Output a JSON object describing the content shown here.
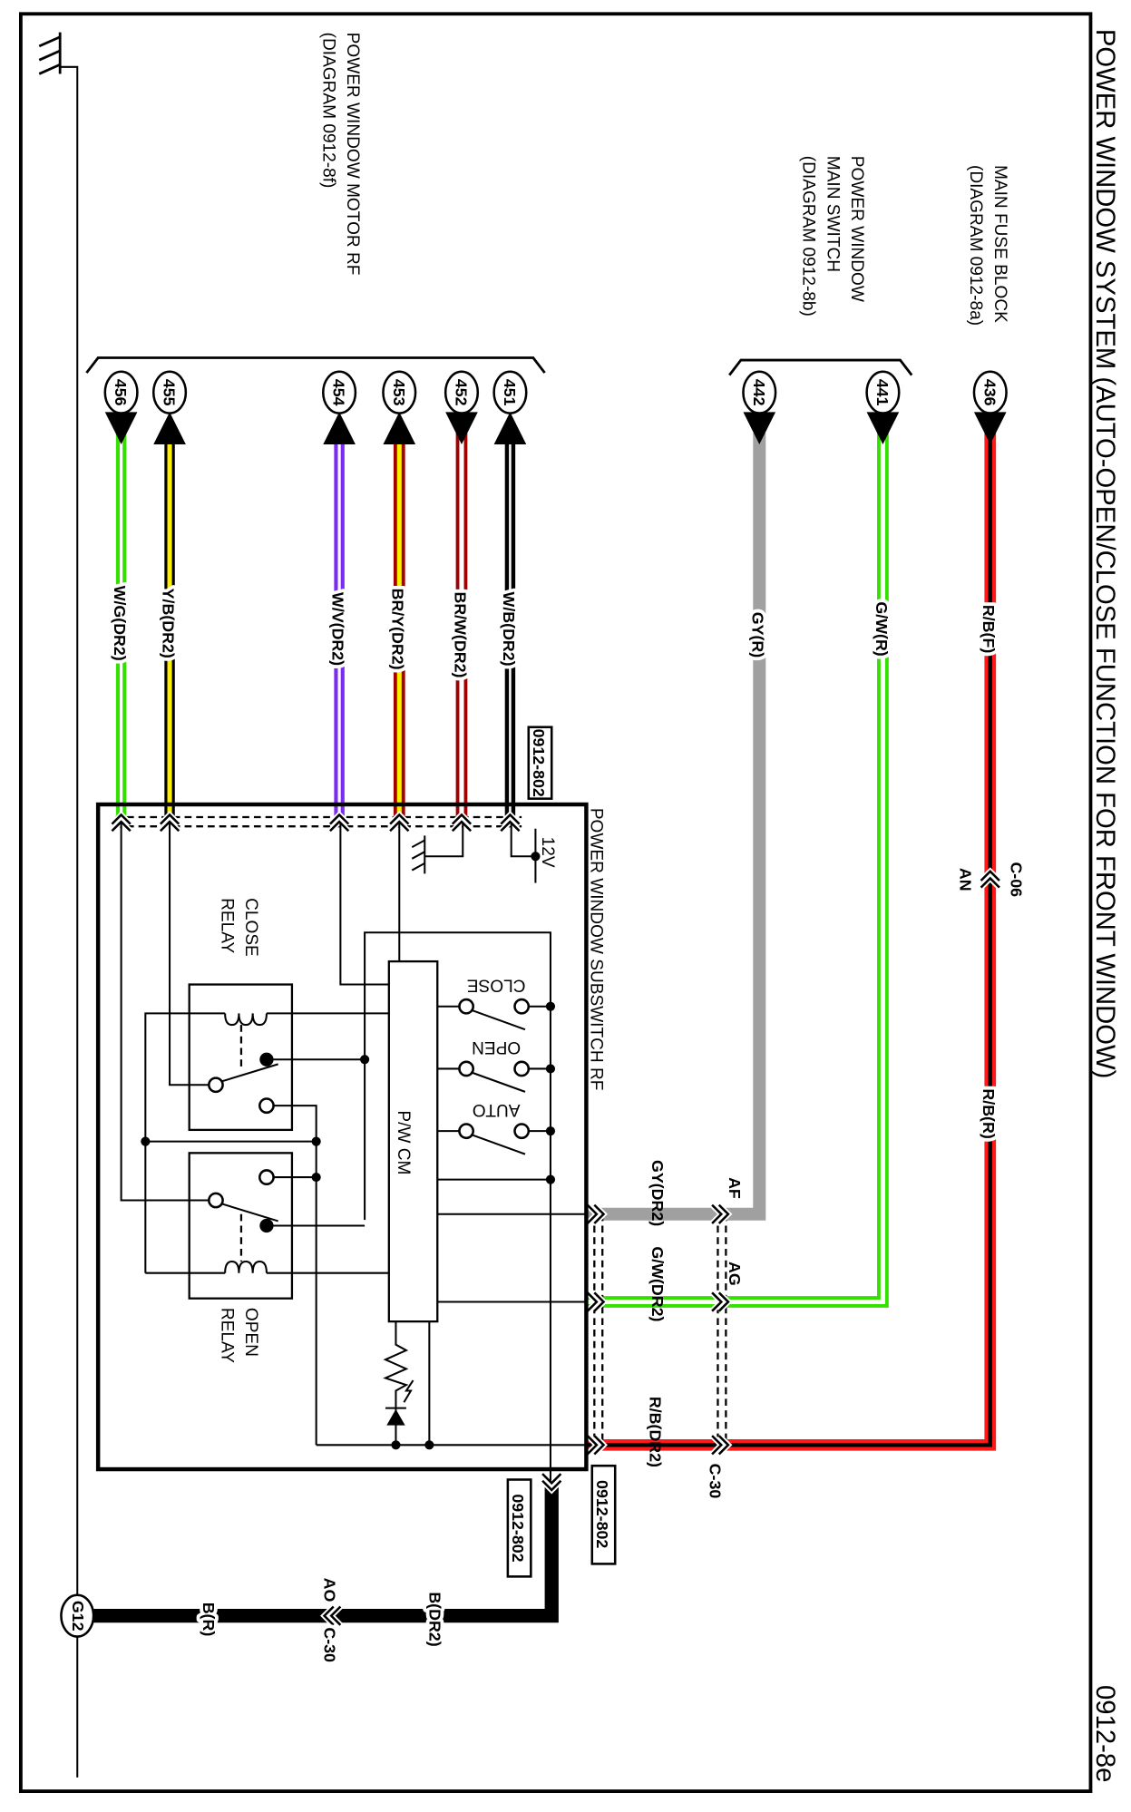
{
  "title": "POWER WINDOW SYSTEM (AUTO-OPEN/CLOSE FUNCTION FOR FRONT WINDOW)",
  "page_number": "0912-8e",
  "components": {
    "main_fuse_block": {
      "name": "MAIN FUSE BLOCK",
      "ref": "(DIAGRAM 0912-8a)"
    },
    "main_switch": {
      "name_line1": "POWER WINDOW",
      "name_line2": "MAIN SWITCH",
      "ref": "(DIAGRAM 0912-8b)"
    },
    "motor": {
      "name": "POWER WINDOW MOTOR RF",
      "ref": "(DIAGRAM 0912-8f)"
    },
    "subswitch": {
      "name": "POWER WINDOW SUBSWITCH RF",
      "supply": "12V",
      "module": "P/W CM",
      "switches": [
        "CLOSE",
        "OPEN",
        "AUTO"
      ],
      "close_relay": [
        "CLOSE",
        "RELAY"
      ],
      "open_relay": [
        "OPEN",
        "RELAY"
      ]
    },
    "ground": "G12"
  },
  "terminals": [
    "436",
    "441",
    "442",
    "451",
    "452",
    "453",
    "454",
    "455",
    "456"
  ],
  "wires": {
    "w436": "R/B(F)",
    "w436b": "R/B(R)",
    "w436c": "R/B(DR2)",
    "w441": "G/W(R)",
    "w441b": "G/W(DR2)",
    "w442": "GY(R)",
    "w442b": "GY(DR2)",
    "w451": "W/B(DR2)",
    "w452": "BR/W(DR2)",
    "w453": "BR/Y(DR2)",
    "w454": "W/V(DR2)",
    "w455": "Y/B(DR2)",
    "w456": "W/G(DR2)",
    "gnd1": "B(DR2)",
    "gnd2": "B(R)"
  },
  "connectors": {
    "c06": "C-06",
    "an": "AN",
    "af": "AF",
    "ag": "AG",
    "c30": "C-30",
    "ao": "AO",
    "c30b": "C-30",
    "ref1": "0912-802",
    "ref2": "0912-802",
    "ref3": "0912-802"
  },
  "wire_colors": {
    "red": "#ff1a1a",
    "black": "#000000",
    "green": "#33e000",
    "gray": "#a0a0a0",
    "violet": "#7a2cf0",
    "yellow": "#ffee00",
    "brown": "#a00000",
    "white": "#ffffff"
  }
}
